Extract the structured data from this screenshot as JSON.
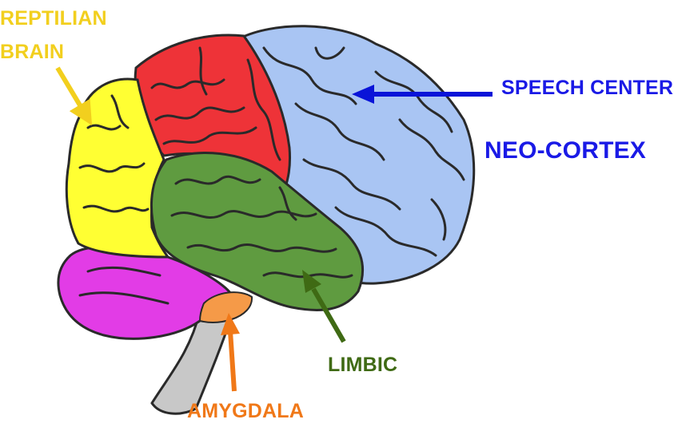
{
  "labels": {
    "reptilian_line1": "REPTILIAN",
    "reptilian_line2": "BRAIN",
    "speech_center": "SPEECH CENTER",
    "neo_cortex": "NEO-CORTEX",
    "limbic": "LIMBIC",
    "amygdala": "AMYGDALA"
  },
  "colors": {
    "reptilian": "#f2cf1e",
    "neocortex_text": "#1a1ae6",
    "speech_arrow": "#0a14d8",
    "limbic": "#3f6a14",
    "amygdala": "#f07818",
    "region_red": "#ee3338",
    "region_blue": "#a9c5f3",
    "region_yellow": "#ffff33",
    "region_green": "#5f9b40",
    "region_magenta": "#e23ce6",
    "region_orange": "#f59a48",
    "stem_gray": "#c8c8c8",
    "outline": "#2a2a2a"
  }
}
